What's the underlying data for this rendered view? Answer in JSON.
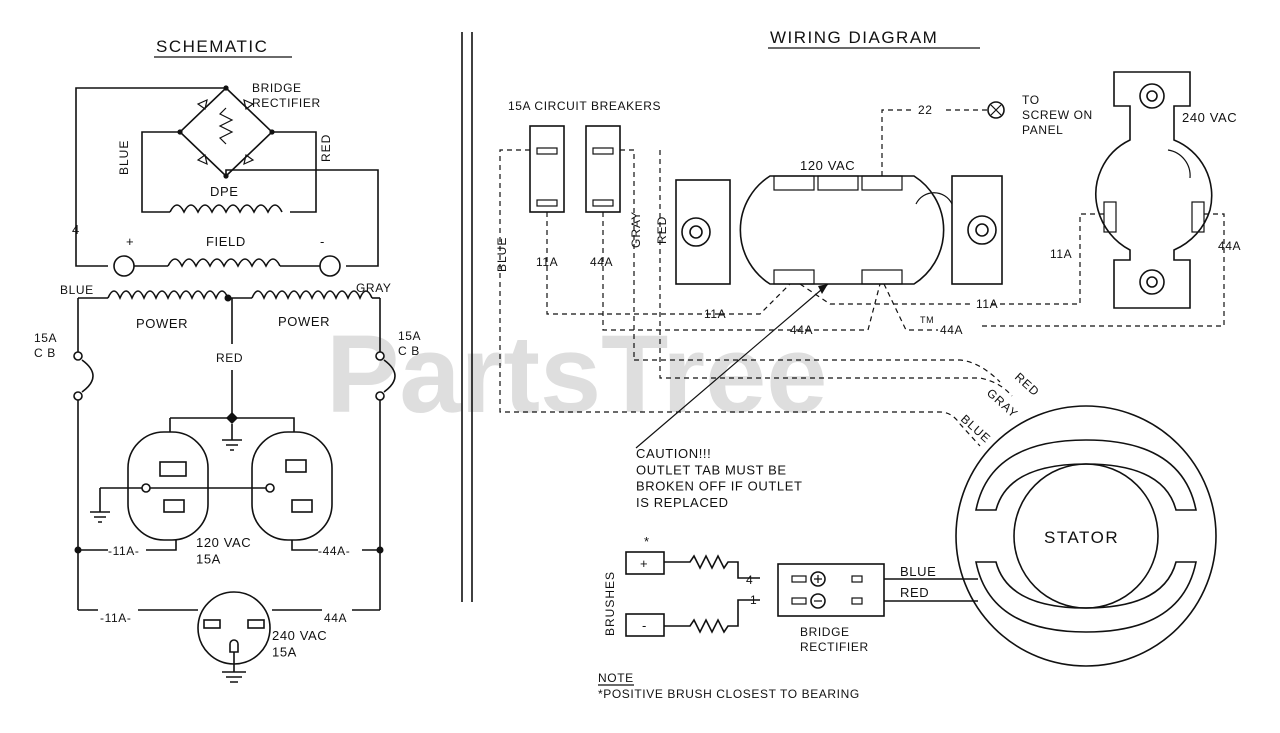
{
  "schematic": {
    "title": "SCHEMATIC",
    "bridge_rectifier": "BRIDGE\nRECTIFIER",
    "blue": "BLUE",
    "red": "RED",
    "dpe": "DPE",
    "field": "FIELD",
    "plus": "+",
    "minus": "-",
    "wire4": "4",
    "blue_power": "BLUE",
    "gray_power": "GRAY",
    "power_left": "POWER",
    "power_right": "POWER",
    "red_center": "RED",
    "cb_left": "15A\nC B",
    "cb_right": "15A\nC B",
    "wire_11a_left": "-11A-",
    "wire_44a_right": "-44A-",
    "outlet_120": "120 VAC\n15A",
    "wire_11a_bottom": "-11A-",
    "wire_44a_bottom": "44A",
    "outlet_240": "240 VAC\n15A"
  },
  "wiring": {
    "title": "WIRING DIAGRAM",
    "breakers": "15A CIRCUIT BREAKERS",
    "blue": "BLUE",
    "wire_11a": "11A",
    "wire_44a": "44A",
    "gray": "GRAY",
    "red": "RED",
    "wire22": "22",
    "to_screw": "TO\nSCREW ON\nPANEL",
    "vac120": "120 VAC",
    "vac240": "240 VAC",
    "right_11a": "11A",
    "right_44a": "44A",
    "run_11a_a": "11A",
    "run_11a_b": "11A",
    "run_44a_a": "44A",
    "run_44a_b": "44A",
    "tm": "TM",
    "caution": "CAUTION!!!\nOUTLET TAB MUST BE\nBROKEN OFF IF OUTLET\nIS REPLACED",
    "asterisk": "*",
    "brushes": "BRUSHES",
    "brush_plus": "+",
    "brush_minus": "-",
    "wire4": "4",
    "wire1": "1",
    "bridge_rectifier": "BRIDGE\nRECTIFIER",
    "blue_out": "BLUE",
    "red_out": "RED",
    "stator": "STATOR",
    "stator_red": "RED",
    "stator_gray": "GRAY",
    "stator_blue": "BLUE",
    "note_title": "NOTE",
    "note_text": "*POSITIVE BRUSH CLOSEST TO BEARING"
  },
  "watermark": "PartsTree"
}
